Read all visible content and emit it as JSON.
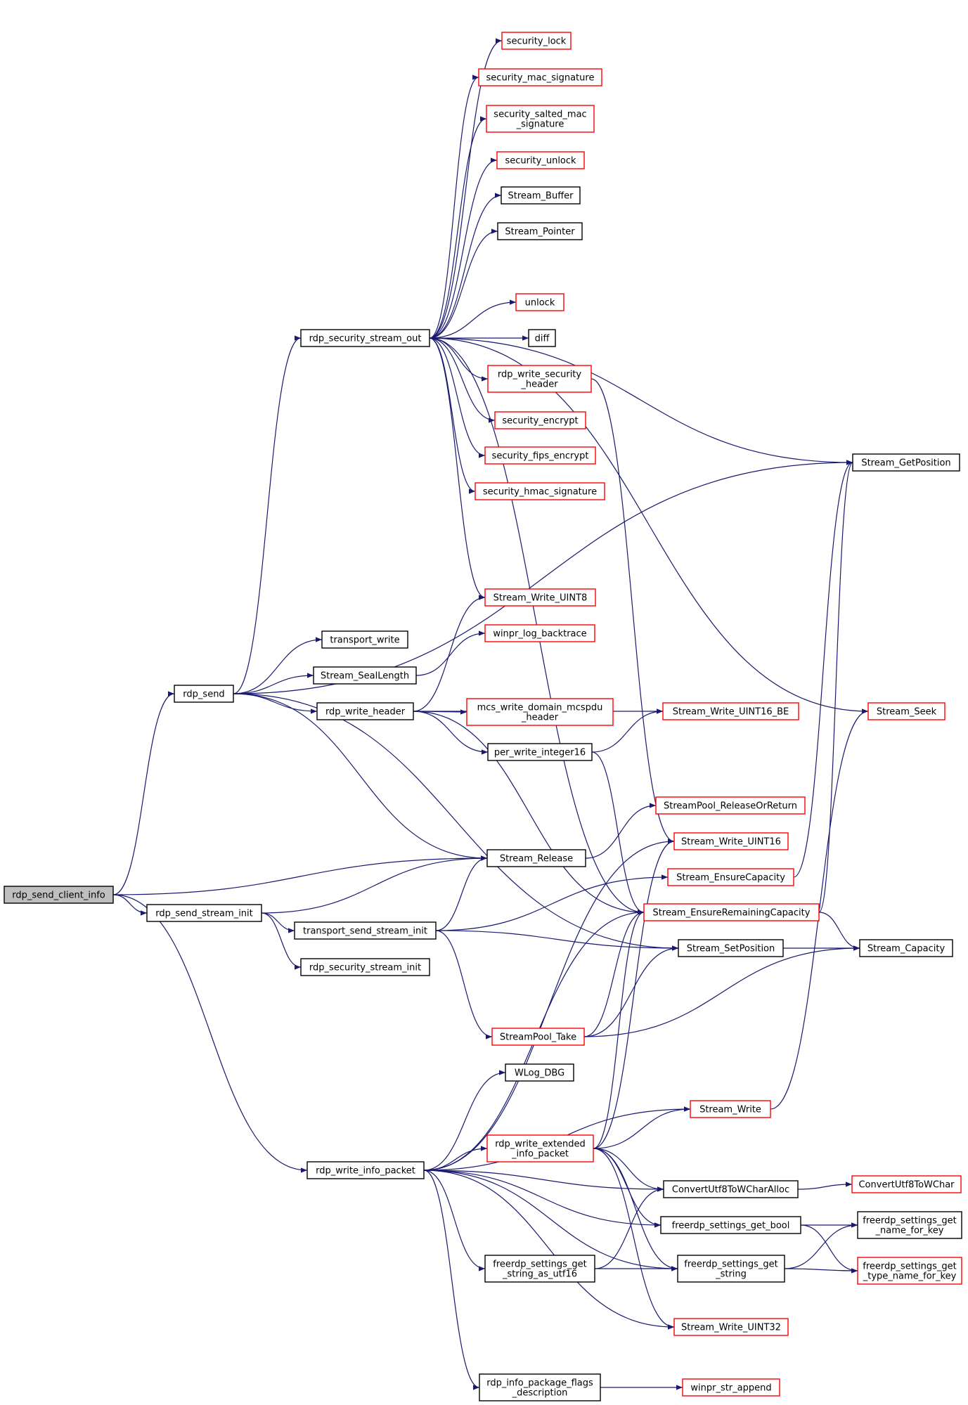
{
  "diagram": {
    "type": "call-graph",
    "colors": {
      "edge": "#191970",
      "normal_border": "#000000",
      "truncated_border": "#ff0000",
      "current_fill": "#bfbfbf"
    },
    "nodes": [
      {
        "id": "rdp_send_client_info",
        "lines": [
          "rdp_send_client_info"
        ],
        "kind": "current"
      },
      {
        "id": "rdp_send",
        "lines": [
          "rdp_send"
        ],
        "kind": "normal"
      },
      {
        "id": "rdp_send_stream_init",
        "lines": [
          "rdp_send_stream_init"
        ],
        "kind": "normal"
      },
      {
        "id": "rdp_write_info_packet",
        "lines": [
          "rdp_write_info_packet"
        ],
        "kind": "normal"
      },
      {
        "id": "Stream_Release",
        "lines": [
          "Stream_Release"
        ],
        "kind": "normal"
      },
      {
        "id": "rdp_security_stream_out",
        "lines": [
          "rdp_security_stream_out"
        ],
        "kind": "normal"
      },
      {
        "id": "transport_write",
        "lines": [
          "transport_write"
        ],
        "kind": "normal"
      },
      {
        "id": "Stream_SealLength",
        "lines": [
          "Stream_SealLength"
        ],
        "kind": "normal"
      },
      {
        "id": "rdp_write_header",
        "lines": [
          "rdp_write_header"
        ],
        "kind": "normal"
      },
      {
        "id": "transport_send_stream_init",
        "lines": [
          "transport_send_stream_init"
        ],
        "kind": "normal"
      },
      {
        "id": "rdp_security_stream_init",
        "lines": [
          "rdp_security_stream_init"
        ],
        "kind": "normal"
      },
      {
        "id": "security_lock",
        "lines": [
          "security_lock"
        ],
        "kind": "red"
      },
      {
        "id": "security_mac_signature",
        "lines": [
          "security_mac_signature"
        ],
        "kind": "red"
      },
      {
        "id": "security_salted_mac_signature",
        "lines": [
          "security_salted_mac",
          "_signature"
        ],
        "kind": "red"
      },
      {
        "id": "security_unlock",
        "lines": [
          "security_unlock"
        ],
        "kind": "red"
      },
      {
        "id": "Stream_Buffer",
        "lines": [
          "Stream_Buffer"
        ],
        "kind": "normal"
      },
      {
        "id": "Stream_Pointer",
        "lines": [
          "Stream_Pointer"
        ],
        "kind": "normal"
      },
      {
        "id": "unlock",
        "lines": [
          "unlock"
        ],
        "kind": "red"
      },
      {
        "id": "diff",
        "lines": [
          "diff"
        ],
        "kind": "normal"
      },
      {
        "id": "rdp_write_security_header",
        "lines": [
          "rdp_write_security",
          "_header"
        ],
        "kind": "red"
      },
      {
        "id": "security_encrypt",
        "lines": [
          "security_encrypt"
        ],
        "kind": "red"
      },
      {
        "id": "security_fips_encrypt",
        "lines": [
          "security_fips_encrypt"
        ],
        "kind": "red"
      },
      {
        "id": "security_hmac_signature",
        "lines": [
          "security_hmac_signature"
        ],
        "kind": "red"
      },
      {
        "id": "Stream_Write_UINT8",
        "lines": [
          "Stream_Write_UINT8"
        ],
        "kind": "red"
      },
      {
        "id": "winpr_log_backtrace",
        "lines": [
          "winpr_log_backtrace"
        ],
        "kind": "red"
      },
      {
        "id": "mcs_write_domain_mcspdu_header",
        "lines": [
          "mcs_write_domain_mcspdu",
          "_header"
        ],
        "kind": "red"
      },
      {
        "id": "per_write_integer16",
        "lines": [
          "per_write_integer16"
        ],
        "kind": "normal"
      },
      {
        "id": "StreamPool_Take",
        "lines": [
          "StreamPool_Take"
        ],
        "kind": "red"
      },
      {
        "id": "WLog_DBG",
        "lines": [
          "WLog_DBG"
        ],
        "kind": "normal"
      },
      {
        "id": "rdp_write_extended_info_packet",
        "lines": [
          "rdp_write_extended",
          "_info_packet"
        ],
        "kind": "red"
      },
      {
        "id": "freerdp_settings_get_string_as_utf16",
        "lines": [
          "freerdp_settings_get",
          "_string_as_utf16"
        ],
        "kind": "normal"
      },
      {
        "id": "rdp_info_package_flags_description",
        "lines": [
          "rdp_info_package_flags",
          "_description"
        ],
        "kind": "normal"
      },
      {
        "id": "Stream_Write_UINT16_BE",
        "lines": [
          "Stream_Write_UINT16_BE"
        ],
        "kind": "red"
      },
      {
        "id": "StreamPool_ReleaseOrReturn",
        "lines": [
          "StreamPool_ReleaseOrReturn"
        ],
        "kind": "red"
      },
      {
        "id": "Stream_Write_UINT16",
        "lines": [
          "Stream_Write_UINT16"
        ],
        "kind": "red"
      },
      {
        "id": "Stream_EnsureCapacity",
        "lines": [
          "Stream_EnsureCapacity"
        ],
        "kind": "red"
      },
      {
        "id": "Stream_EnsureRemainingCapacity",
        "lines": [
          "Stream_EnsureRemainingCapacity"
        ],
        "kind": "red"
      },
      {
        "id": "Stream_SetPosition",
        "lines": [
          "Stream_SetPosition"
        ],
        "kind": "normal"
      },
      {
        "id": "Stream_Write",
        "lines": [
          "Stream_Write"
        ],
        "kind": "red"
      },
      {
        "id": "ConvertUtf8ToWCharAlloc",
        "lines": [
          "ConvertUtf8ToWCharAlloc"
        ],
        "kind": "normal"
      },
      {
        "id": "freerdp_settings_get_bool",
        "lines": [
          "freerdp_settings_get_bool"
        ],
        "kind": "normal"
      },
      {
        "id": "freerdp_settings_get_string",
        "lines": [
          "freerdp_settings_get",
          "_string"
        ],
        "kind": "normal"
      },
      {
        "id": "Stream_Write_UINT32",
        "lines": [
          "Stream_Write_UINT32"
        ],
        "kind": "red"
      },
      {
        "id": "winpr_str_append",
        "lines": [
          "winpr_str_append"
        ],
        "kind": "red"
      },
      {
        "id": "Stream_GetPosition",
        "lines": [
          "Stream_GetPosition"
        ],
        "kind": "normal"
      },
      {
        "id": "Stream_Seek",
        "lines": [
          "Stream_Seek"
        ],
        "kind": "red"
      },
      {
        "id": "Stream_Capacity",
        "lines": [
          "Stream_Capacity"
        ],
        "kind": "normal"
      },
      {
        "id": "ConvertUtf8ToWChar",
        "lines": [
          "ConvertUtf8ToWChar"
        ],
        "kind": "red"
      },
      {
        "id": "freerdp_settings_get_name_for_key",
        "lines": [
          "freerdp_settings_get",
          "_name_for_key"
        ],
        "kind": "normal"
      },
      {
        "id": "freerdp_settings_get_type_name_for_key",
        "lines": [
          "freerdp_settings_get",
          "_type_name_for_key"
        ],
        "kind": "red"
      }
    ],
    "edges": [
      [
        "rdp_send_client_info",
        "rdp_send"
      ],
      [
        "rdp_send_client_info",
        "Stream_Release"
      ],
      [
        "rdp_send_client_info",
        "rdp_send_stream_init"
      ],
      [
        "rdp_send_client_info",
        "rdp_write_info_packet"
      ],
      [
        "rdp_send",
        "rdp_security_stream_out"
      ],
      [
        "rdp_send",
        "Stream_GetPosition"
      ],
      [
        "rdp_send",
        "transport_write"
      ],
      [
        "rdp_send",
        "Stream_SealLength"
      ],
      [
        "rdp_send",
        "rdp_write_header"
      ],
      [
        "rdp_send",
        "Stream_Release"
      ],
      [
        "rdp_send",
        "Stream_SetPosition"
      ],
      [
        "rdp_send_stream_init",
        "Stream_Release"
      ],
      [
        "rdp_send_stream_init",
        "transport_send_stream_init"
      ],
      [
        "rdp_send_stream_init",
        "rdp_security_stream_init"
      ],
      [
        "rdp_security_stream_out",
        "security_lock"
      ],
      [
        "rdp_security_stream_out",
        "security_mac_signature"
      ],
      [
        "rdp_security_stream_out",
        "security_salted_mac_signature"
      ],
      [
        "rdp_security_stream_out",
        "security_unlock"
      ],
      [
        "rdp_security_stream_out",
        "Stream_Buffer"
      ],
      [
        "rdp_security_stream_out",
        "Stream_Pointer"
      ],
      [
        "rdp_security_stream_out",
        "Stream_GetPosition"
      ],
      [
        "rdp_security_stream_out",
        "unlock"
      ],
      [
        "rdp_security_stream_out",
        "diff"
      ],
      [
        "rdp_security_stream_out",
        "rdp_write_security_header"
      ],
      [
        "rdp_security_stream_out",
        "security_encrypt"
      ],
      [
        "rdp_security_stream_out",
        "security_fips_encrypt"
      ],
      [
        "rdp_security_stream_out",
        "security_hmac_signature"
      ],
      [
        "rdp_security_stream_out",
        "Stream_Write_UINT8"
      ],
      [
        "rdp_security_stream_out",
        "Stream_Seek"
      ],
      [
        "rdp_security_stream_out",
        "Stream_EnsureRemainingCapacity"
      ],
      [
        "rdp_write_security_header",
        "Stream_Write_UINT16"
      ],
      [
        "Stream_SealLength",
        "winpr_log_backtrace"
      ],
      [
        "rdp_write_header",
        "Stream_Write_UINT8"
      ],
      [
        "rdp_write_header",
        "mcs_write_domain_mcspdu_header"
      ],
      [
        "rdp_write_header",
        "Stream_Write_UINT16_BE"
      ],
      [
        "rdp_write_header",
        "per_write_integer16"
      ],
      [
        "rdp_write_header",
        "Stream_EnsureRemainingCapacity"
      ],
      [
        "per_write_integer16",
        "Stream_Write_UINT16_BE"
      ],
      [
        "per_write_integer16",
        "Stream_EnsureRemainingCapacity"
      ],
      [
        "Stream_Release",
        "StreamPool_ReleaseOrReturn"
      ],
      [
        "transport_send_stream_init",
        "Stream_Release"
      ],
      [
        "transport_send_stream_init",
        "Stream_EnsureCapacity"
      ],
      [
        "transport_send_stream_init",
        "Stream_SetPosition"
      ],
      [
        "transport_send_stream_init",
        "StreamPool_Take"
      ],
      [
        "StreamPool_Take",
        "Stream_EnsureRemainingCapacity"
      ],
      [
        "StreamPool_Take",
        "Stream_SetPosition"
      ],
      [
        "StreamPool_Take",
        "Stream_Capacity"
      ],
      [
        "Stream_EnsureCapacity",
        "Stream_GetPosition"
      ],
      [
        "Stream_EnsureRemainingCapacity",
        "Stream_GetPosition"
      ],
      [
        "Stream_EnsureRemainingCapacity",
        "Stream_Capacity"
      ],
      [
        "Stream_SetPosition",
        "Stream_Capacity"
      ],
      [
        "Stream_Write",
        "Stream_Seek"
      ],
      [
        "rdp_write_info_packet",
        "Stream_Write_UINT16"
      ],
      [
        "rdp_write_info_packet",
        "Stream_EnsureRemainingCapacity"
      ],
      [
        "rdp_write_info_packet",
        "WLog_DBG"
      ],
      [
        "rdp_write_info_packet",
        "Stream_Write"
      ],
      [
        "rdp_write_info_packet",
        "rdp_write_extended_info_packet"
      ],
      [
        "rdp_write_info_packet",
        "ConvertUtf8ToWCharAlloc"
      ],
      [
        "rdp_write_info_packet",
        "freerdp_settings_get_bool"
      ],
      [
        "rdp_write_info_packet",
        "freerdp_settings_get_string_as_utf16"
      ],
      [
        "rdp_write_info_packet",
        "freerdp_settings_get_string"
      ],
      [
        "rdp_write_info_packet",
        "Stream_Write_UINT32"
      ],
      [
        "rdp_write_info_packet",
        "rdp_info_package_flags_description"
      ],
      [
        "rdp_write_extended_info_packet",
        "Stream_Write_UINT16"
      ],
      [
        "rdp_write_extended_info_packet",
        "Stream_EnsureRemainingCapacity"
      ],
      [
        "rdp_write_extended_info_packet",
        "Stream_Write"
      ],
      [
        "rdp_write_extended_info_packet",
        "ConvertUtf8ToWCharAlloc"
      ],
      [
        "rdp_write_extended_info_packet",
        "freerdp_settings_get_bool"
      ],
      [
        "rdp_write_extended_info_packet",
        "freerdp_settings_get_string"
      ],
      [
        "rdp_write_extended_info_packet",
        "Stream_Write_UINT32"
      ],
      [
        "freerdp_settings_get_string_as_utf16",
        "ConvertUtf8ToWCharAlloc"
      ],
      [
        "freerdp_settings_get_string_as_utf16",
        "freerdp_settings_get_string"
      ],
      [
        "rdp_info_package_flags_description",
        "winpr_str_append"
      ],
      [
        "ConvertUtf8ToWCharAlloc",
        "ConvertUtf8ToWChar"
      ],
      [
        "freerdp_settings_get_bool",
        "freerdp_settings_get_name_for_key"
      ],
      [
        "freerdp_settings_get_bool",
        "freerdp_settings_get_type_name_for_key"
      ],
      [
        "freerdp_settings_get_string",
        "freerdp_settings_get_name_for_key"
      ],
      [
        "freerdp_settings_get_string",
        "freerdp_settings_get_type_name_for_key"
      ]
    ]
  }
}
